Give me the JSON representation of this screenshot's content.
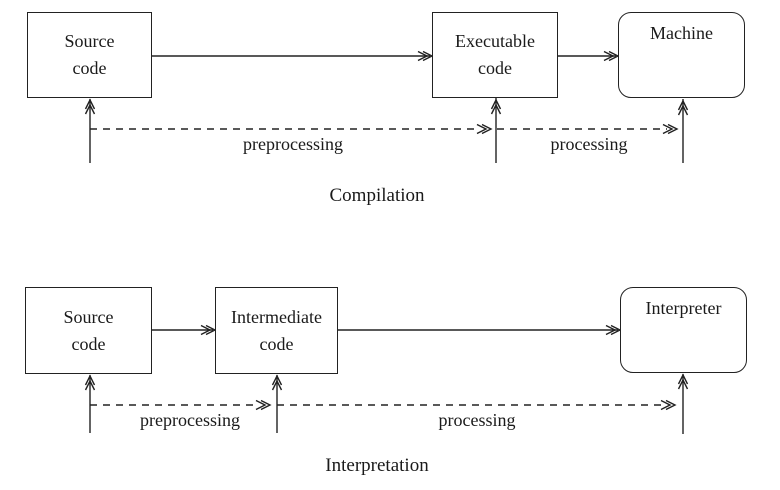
{
  "figure": {
    "background_color": "#ffffff",
    "ink_color": "#222222"
  },
  "compilation": {
    "title": "Compilation",
    "source_box": {
      "line1": "Source",
      "line2": "code"
    },
    "executable_box": {
      "line1": "Executable",
      "line2": "code"
    },
    "machine_box": {
      "label": "Machine",
      "icon": "loop-arrow-icon"
    },
    "preprocessing_label": "preprocessing",
    "processing_label": "processing"
  },
  "interpretation": {
    "title": "Interpretation",
    "source_box": {
      "line1": "Source",
      "line2": "code"
    },
    "intermediate_box": {
      "line1": "Intermediate",
      "line2": "code"
    },
    "interpreter_box": {
      "label": "Interpreter",
      "icon": "loop-arrow-icon"
    },
    "preprocessing_label": "preprocessing",
    "processing_label": "processing"
  }
}
